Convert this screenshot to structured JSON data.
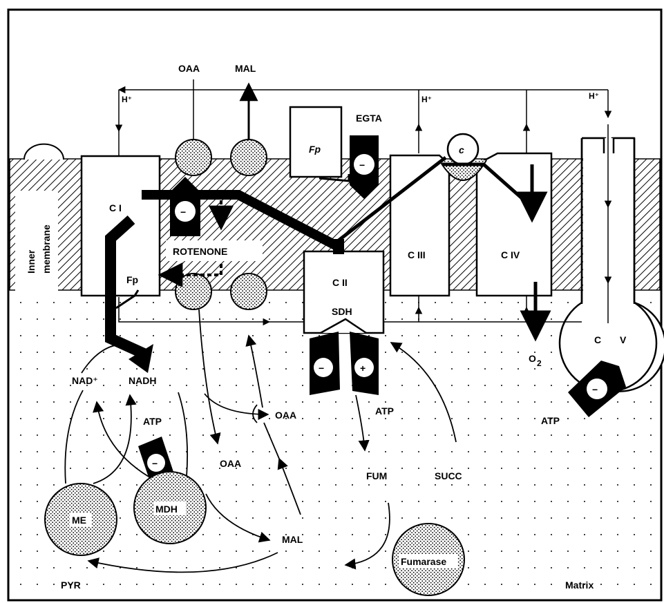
{
  "labels": {
    "h_plus_1": "H⁺",
    "h_plus_2": "H⁺",
    "h_plus_3": "H⁺",
    "oaa_top": "OAA",
    "mal_top": "MAL",
    "egta": "EGTA",
    "fp_top": "Fp",
    "cyt_c": "c",
    "c_one": "C I",
    "fp_ci": "Fp",
    "rotenone": "ROTENONE",
    "inner_membrane_1": "Inner",
    "inner_membrane_2": "membrane",
    "c_two": "C II",
    "sdh": "SDH",
    "c_three": "C III",
    "c_four": "C IV",
    "c_five_c": "C",
    "c_five_v": "V",
    "o2": "O",
    "o2_sub": "2",
    "nad_plus": "NAD⁺",
    "nadh": "NADH",
    "atp_mdh": "ATP",
    "oaa_mid": "OAA",
    "oaa_low": "OAA",
    "atp_sdh": "ATP",
    "atp_cv": "ATP",
    "fum": "FUM",
    "succ": "SUCC",
    "me": "ME",
    "mdh": "MDH",
    "mal_bottom": "MAL",
    "fumarase": "Fumarase",
    "pyr": "PYR",
    "matrix": "Matrix"
  },
  "signs": {
    "minus": "−",
    "plus": "+"
  }
}
